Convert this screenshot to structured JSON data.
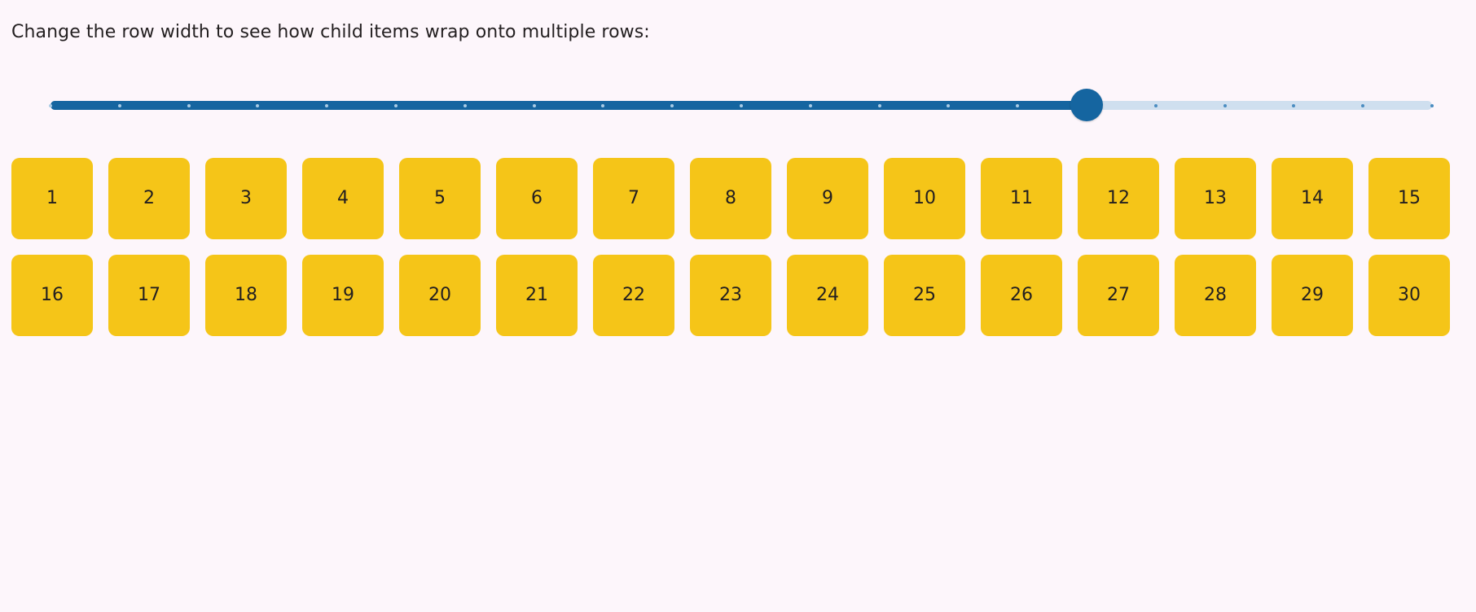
{
  "page": {
    "background_color": "#fdf6fb",
    "text_color": "#231f20",
    "instruction": "Change the row width to see how child items wrap onto multiple rows:"
  },
  "slider": {
    "name": "row-width-slider",
    "orientation": "horizontal",
    "min": 0,
    "max": 20,
    "step": 1,
    "value": 15,
    "tick_count": 21,
    "filled_color": "#1565a0",
    "track_color": "#cfdfef",
    "thumb_color": "#1565a0",
    "fill_percent": 75,
    "ticks": [
      0,
      1,
      2,
      3,
      4,
      5,
      6,
      7,
      8,
      9,
      10,
      11,
      12,
      13,
      14,
      15,
      16,
      17,
      18,
      19,
      20
    ]
  },
  "items": {
    "accent_color": "#f5c518",
    "label_color": "#231f20",
    "per_row": 15,
    "count": 30,
    "labels": [
      "1",
      "2",
      "3",
      "4",
      "5",
      "6",
      "7",
      "8",
      "9",
      "10",
      "11",
      "12",
      "13",
      "14",
      "15",
      "16",
      "17",
      "18",
      "19",
      "20",
      "21",
      "22",
      "23",
      "24",
      "25",
      "26",
      "27",
      "28",
      "29",
      "30"
    ]
  }
}
